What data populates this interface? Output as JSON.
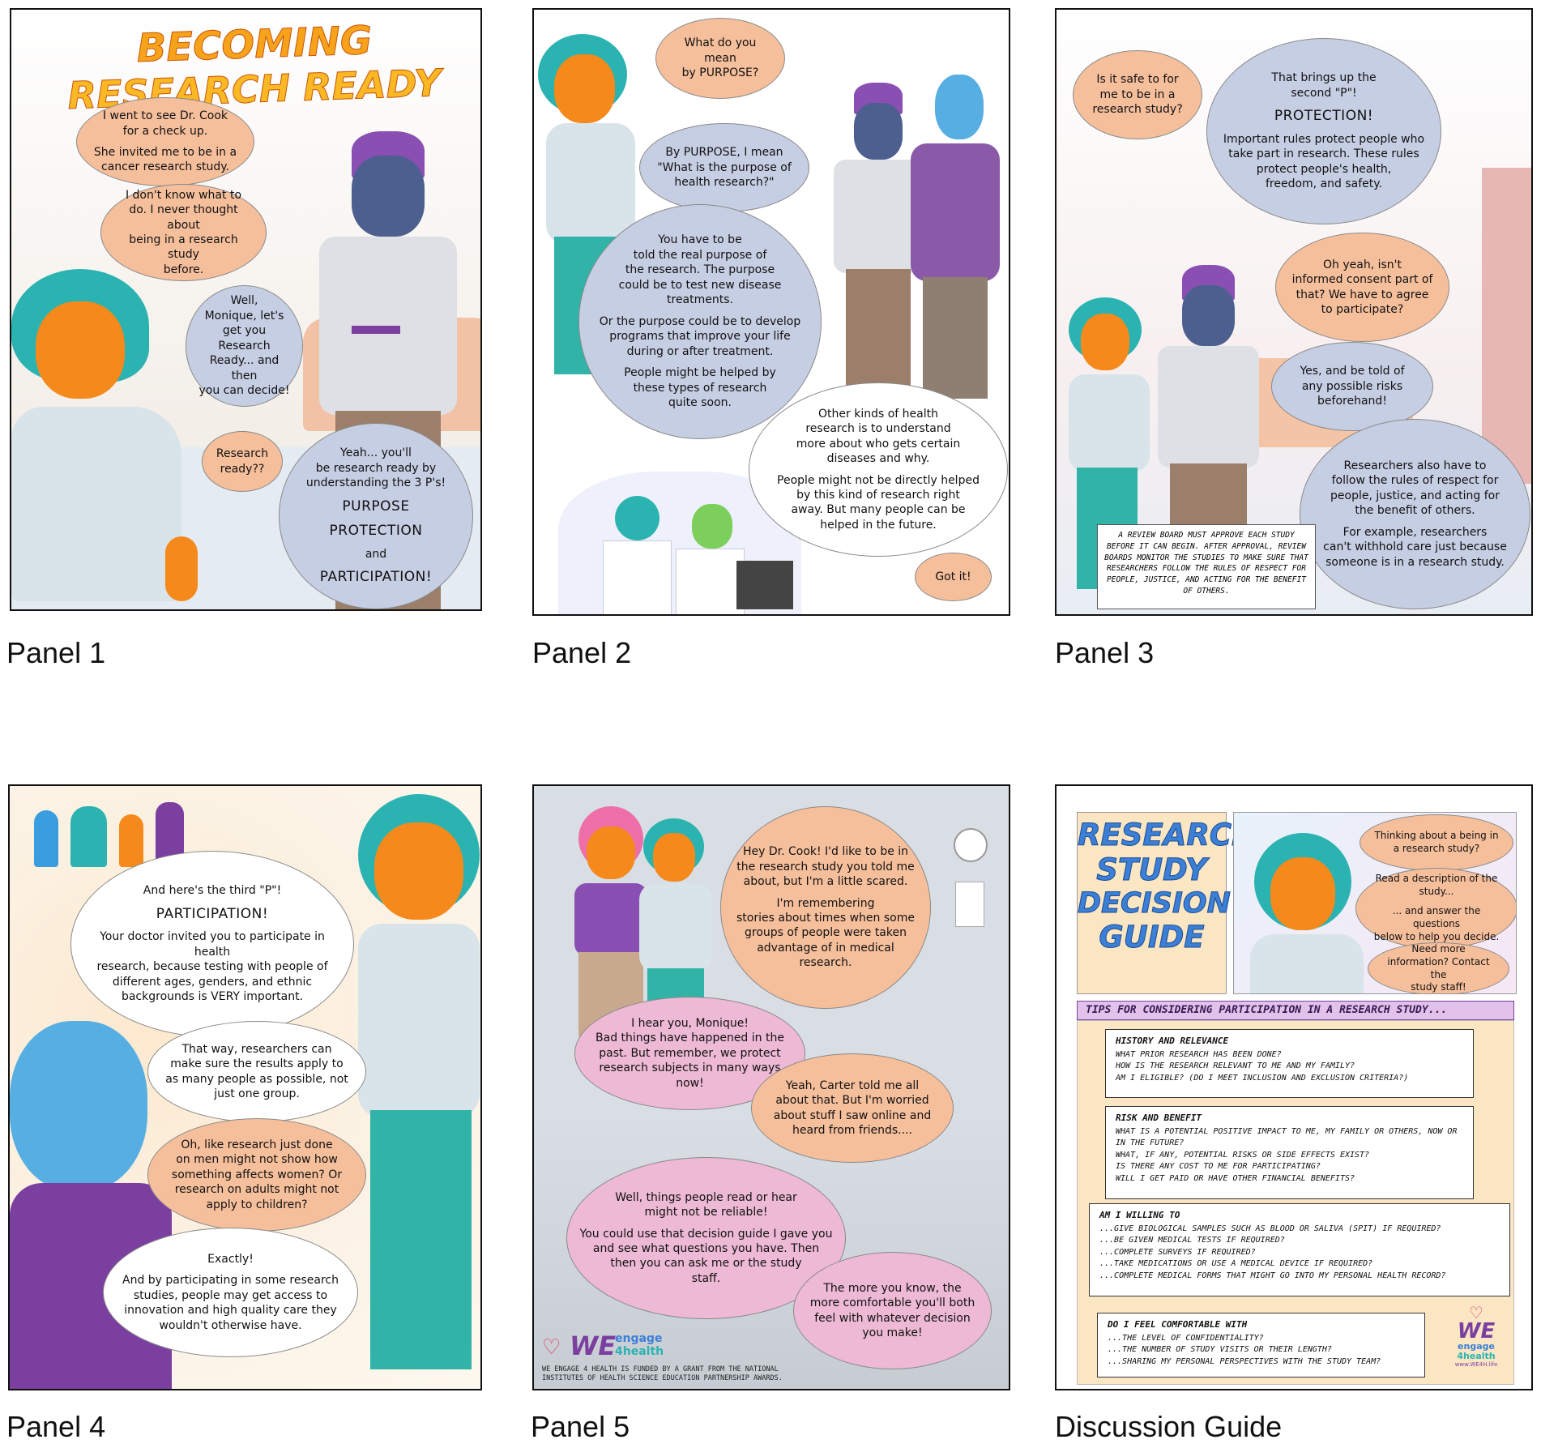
{
  "captions": {
    "p1": "Panel 1",
    "p2": "Panel 2",
    "p3": "Panel 3",
    "p4": "Panel 4",
    "p5": "Panel 5",
    "p6": "Discussion Guide"
  },
  "panel1": {
    "title_line1": "BECOMING",
    "title_line2": "RESEARCH READY",
    "b1": [
      "I went to see Dr. Cook\nfor a check up.",
      "She invited me to be in a\ncancer research study."
    ],
    "b2": [
      "I don't know what to\ndo. I never thought about\nbeing in a research study\nbefore."
    ],
    "b3": [
      "Well,\nMonique, let's\nget you Research\nReady... and then\nyou can decide!"
    ],
    "b4": [
      "Research\nready??"
    ],
    "b5": [
      "Yeah... you'll\nbe research ready by\nunderstanding the 3 P's!"
    ],
    "b5_p1": "PURPOSE",
    "b5_p2": "PROTECTION",
    "b5_and": "and",
    "b5_p3": "PARTICIPATION!"
  },
  "panel2": {
    "b1": [
      "What do you mean\nby PURPOSE?"
    ],
    "b2": [
      "By PURPOSE, I mean\n\"What is the purpose of\nhealth research?\""
    ],
    "b3": [
      "You have to be\ntold the real purpose of\nthe research. The purpose\ncould be to test new disease\ntreatments.",
      "Or the purpose could be to develop\nprograms that improve your life\nduring or after treatment.",
      "People might be helped by\nthese types of research\nquite soon."
    ],
    "b4": [
      "Other kinds of health\nresearch is to understand\nmore about who gets certain\ndiseases and why.",
      "People might not be directly helped\nby this kind of research right\naway. But many people can be\nhelped in the future."
    ],
    "b5": [
      "Got it!"
    ]
  },
  "panel3": {
    "b1": [
      "Is it safe to for\nme to be in a\nresearch study?"
    ],
    "b2_intro": "That brings up the\nsecond \"P\"!",
    "b2_big": "PROTECTION!",
    "b2_body": "Important rules protect people who\ntake part in research. These rules\nprotect people's health,\nfreedom, and safety.",
    "b3": [
      "Oh yeah, isn't\ninformed consent part of\nthat? We have to agree\nto participate?"
    ],
    "b4": [
      "Yes, and be told of\nany possible risks\nbeforehand!"
    ],
    "b5": [
      "Researchers also have to\nfollow the rules of respect for\npeople, justice, and acting for\nthe benefit of others.",
      "For example, researchers\ncan't withhold care just because\nsomeone is in a research study."
    ],
    "note": "A review board must approve each study before it can begin. After approval, review boards monitor the studies to make sure that researchers follow the rules of respect for people, justice, and acting for the benefit of others."
  },
  "panel4": {
    "b1_intro": "And here's the third \"P\"!",
    "b1_big": "PARTICIPATION!",
    "b1_body": "Your doctor invited you to participate in health\nresearch, because testing with people of\ndifferent ages, genders, and ethnic\nbackgrounds is VERY important.",
    "b2": [
      "That way, researchers can\nmake sure the results apply to\nas many people as possible, not\njust one group."
    ],
    "b3": [
      "Oh, like research just done\non men might not show how\nsomething affects women? Or\nresearch on adults might not\napply to children?"
    ],
    "b4": [
      "Exactly!",
      "And by participating in some research\nstudies, people may get access to\ninnovation and high quality care they\nwouldn't otherwise have."
    ]
  },
  "panel5": {
    "b1": [
      "Hey Dr. Cook! I'd like to be in\nthe research study you told me\nabout, but I'm a little scared.",
      "I'm remembering\nstories about times when some\ngroups of people were taken\nadvantage of in medical\nresearch."
    ],
    "b2": [
      "I hear you, Monique!\nBad things have happened in the\npast. But remember, we protect\nresearch subjects in many ways\nnow!"
    ],
    "b3": [
      "Yeah, Carter told me all\nabout that. But I'm worried\nabout stuff I saw online and\nheard from friends...."
    ],
    "b4": [
      "Well, things people read or hear\nmight not be reliable!",
      "You could use that decision guide I gave you\nand see what questions you have. Then\nthen you can ask me or the study\nstaff."
    ],
    "b5": [
      "The more you know, the\nmore comfortable you'll both\nfeel with whatever decision\nyou make!"
    ],
    "logo_we": "WE",
    "logo_engage": "engage",
    "logo_health": "4health",
    "funding": "WE ENGAGE 4 HEALTH IS FUNDED BY A GRANT FROM THE NATIONAL\nINSTITUTES OF HEALTH SCIENCE EDUCATION PARTNERSHIP AWARDS."
  },
  "guide": {
    "title": [
      "RESEARCH",
      "STUDY",
      "DECISION",
      "GUIDE"
    ],
    "b1": [
      "Thinking about a being in\na research study?"
    ],
    "b2": [
      "Read a description of the\nstudy...",
      "... and answer the questions\nbelow to help you decide."
    ],
    "b3": [
      "Need more\ninformation? Contact the\nstudy staff!"
    ],
    "tips_heading": "TIPS FOR CONSIDERING PARTICIPATION IN A RESEARCH STUDY...",
    "history": {
      "heading": "HISTORY AND RELEVANCE",
      "items": [
        "What prior research has been done?",
        "How is the research relevant to me and my family?",
        "Am I eligible? (Do I meet inclusion and exclusion criteria?)"
      ]
    },
    "risk": {
      "heading": "RISK AND BENEFIT",
      "items": [
        "What is a potential positive impact to me, my family or others, now or in the future?",
        "What, if any, potential risks or side effects exist?",
        "Is there any cost to me for participating?",
        "Will I get paid or have other financial benefits?"
      ]
    },
    "willing": {
      "heading": "AM I WILLING TO",
      "items": [
        "...give biological samples such as blood or saliva (spit) if required?",
        "...be given medical tests if required?",
        "...complete surveys if required?",
        "...take medications or use a medical device if required?",
        "...complete medical forms that might go into my personal health record?"
      ]
    },
    "comfortable": {
      "heading": "DO I FEEL COMFORTABLE WITH",
      "items": [
        "...the level of confidentiality?",
        "...the number of study visits or their length?",
        "...sharing my personal perspectives with the study team?"
      ]
    },
    "logo_we": "WE",
    "logo_engage": "engage",
    "logo_health": "4health",
    "logo_url": "www.WE4H.life"
  },
  "colors": {
    "peach_bubble": "#f6bf9c",
    "blue_bubble": "#c6cee3",
    "pink_bubble": "#edb9d4",
    "title_orange": "#f7a21b",
    "guide_blue": "#3b7fd6",
    "purple_brand": "#7b3fa0"
  }
}
